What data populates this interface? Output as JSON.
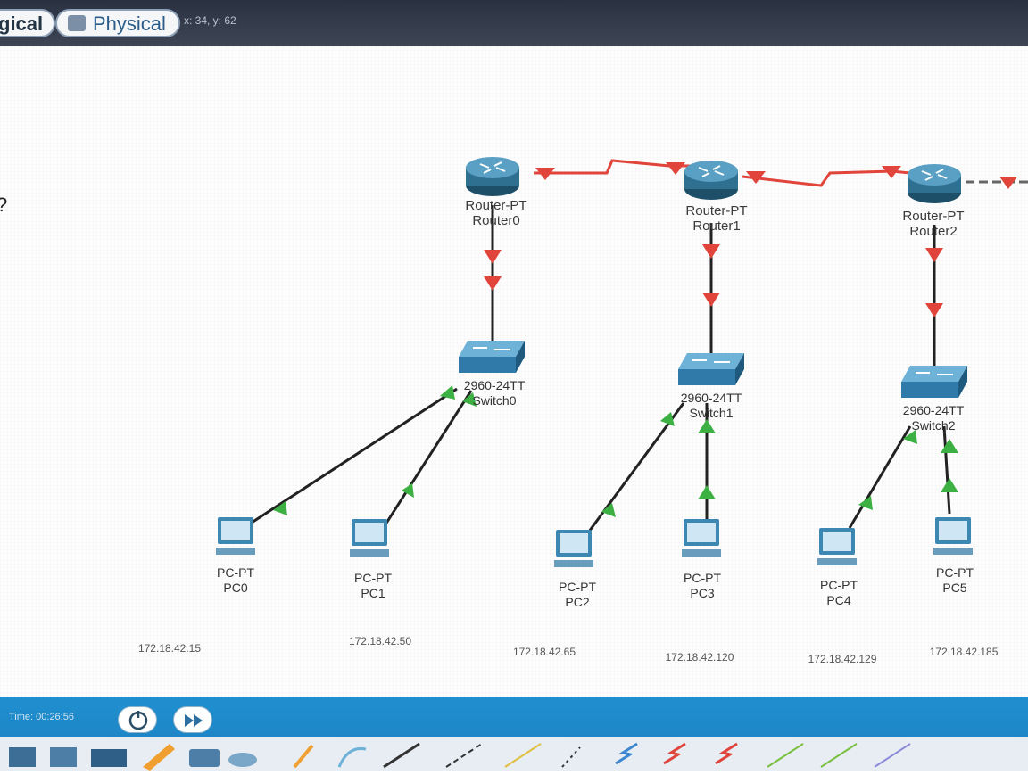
{
  "topbar": {
    "logical_label": "gical",
    "physical_label": "Physical",
    "coordinates": "x: 34, y: 62"
  },
  "canvas": {
    "left_hint": "?",
    "routers": [
      {
        "model": "Router-PT",
        "name": "Router0"
      },
      {
        "model": "Router-PT",
        "name": "Router1"
      },
      {
        "model": "Router-PT",
        "name": "Router2"
      }
    ],
    "switches": [
      {
        "model": "2960-24TT",
        "name": "Switch0"
      },
      {
        "model": "2960-24TT",
        "name": "Switch1"
      },
      {
        "model": "2960-24TT",
        "name": "Switch2"
      }
    ],
    "pcs": [
      {
        "model": "PC-PT",
        "name": "PC0"
      },
      {
        "model": "PC-PT",
        "name": "PC1"
      },
      {
        "model": "PC-PT",
        "name": "PC2"
      },
      {
        "model": "PC-PT",
        "name": "PC3"
      },
      {
        "model": "PC-PT",
        "name": "PC4"
      },
      {
        "model": "PC-PT",
        "name": "PC5"
      }
    ],
    "ip_notes": [
      "172.18.42.15",
      "172.18.42.50",
      "172.18.42.65",
      "172.18.42.120",
      "172.18.42.129",
      "172.18.42.185"
    ]
  },
  "bottombar": {
    "time": "Time: 00:26:56"
  },
  "colors": {
    "serial_link": "#e0443a",
    "ethernet_link": "#222222",
    "link_down": "#e0443a",
    "link_up": "#3cb043",
    "router_body": "#2f6f8f",
    "switch_body": "#3d87b3",
    "bottom_bar": "#1f8fd0"
  }
}
